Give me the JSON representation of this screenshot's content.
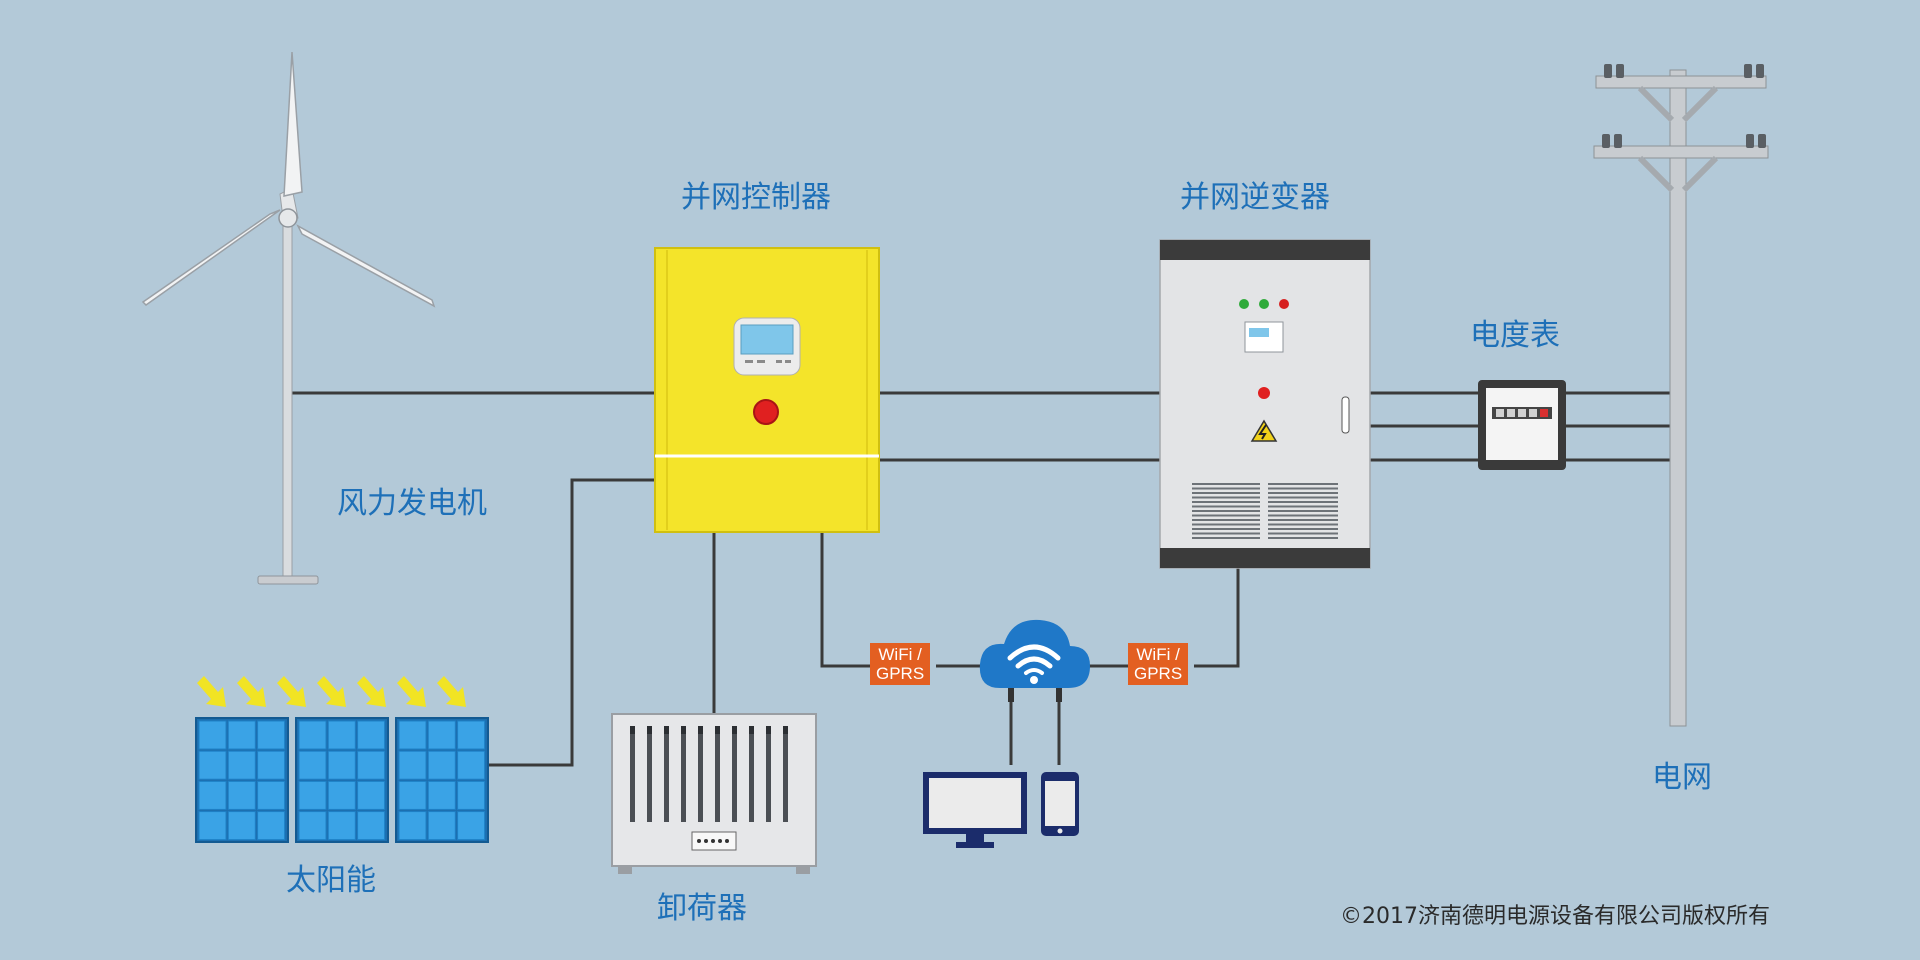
{
  "labels": {
    "wind_turbine": "风力发电机",
    "solar": "太阳能",
    "dump_load": "卸荷器",
    "grid_controller": "并网控制器",
    "grid_inverter": "并网逆变器",
    "meter": "电度表",
    "grid": "电网"
  },
  "comm_tags": [
    {
      "line1": "WiFi /",
      "line2": "GPRS"
    },
    {
      "line1": "WiFi /",
      "line2": "GPRS"
    }
  ],
  "copyright": {
    "symbol": "©",
    "text": "2017济南德明电源设备有限公司版权所有"
  },
  "colors": {
    "background": "#b3c9d8",
    "label": "#1e70b8",
    "controller": "#f4e42a",
    "tag": "#e35f21",
    "solar": "#2b8fd3",
    "cloud": "#1f78c8"
  }
}
